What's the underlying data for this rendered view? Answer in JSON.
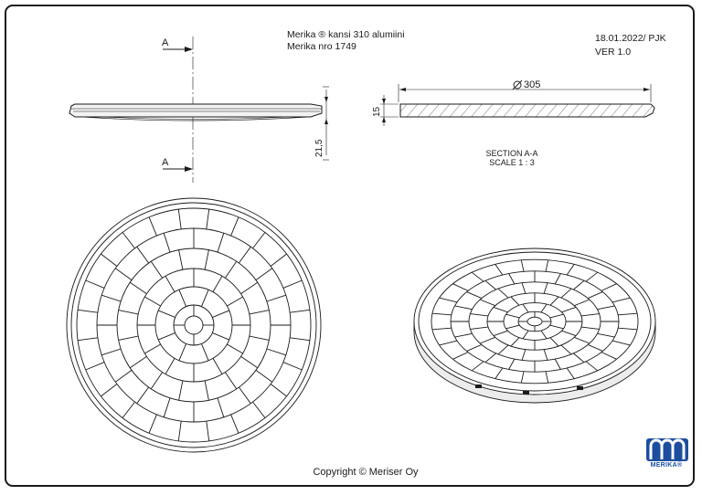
{
  "title_block": {
    "product_line": "Merika ® kansi 310 alumiini",
    "product_number": "Merika nro  1749",
    "date_author": "18.01.2022/ PJK",
    "version": "VER 1.0"
  },
  "side_view": {
    "section_marker_top": "A",
    "section_marker_bottom": "A",
    "height_dimension": "21,5"
  },
  "section_view": {
    "diameter_dimension": "305",
    "thickness_dimension": "15",
    "section_title": "SECTION A-A",
    "scale_label": "SCALE 1 : 3"
  },
  "footer": {
    "copyright": "Copyright © Meriser Oy",
    "logo_text": "MERIKA®"
  },
  "colors": {
    "line": "#1a1a1a",
    "logo_blue": "#1d4e9e",
    "hatch": "#555555"
  }
}
